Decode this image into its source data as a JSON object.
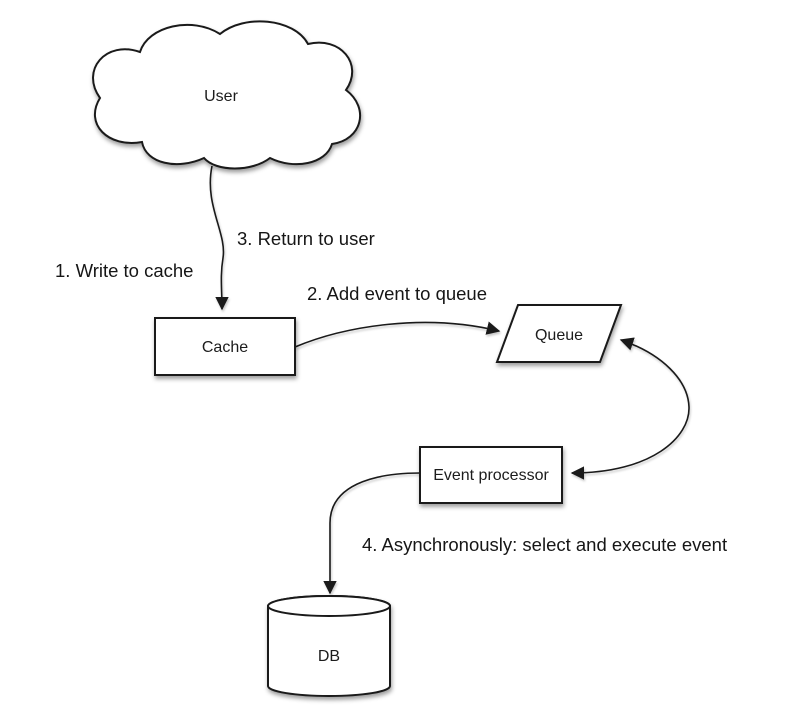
{
  "diagram_type": "flowchart",
  "colors": {
    "background": "#ffffff",
    "stroke": "#1a1a1a",
    "text": "#161616",
    "shape_fill": "#ffffff"
  },
  "nodes": {
    "user": {
      "label": "User",
      "shape": "cloud"
    },
    "cache": {
      "label": "Cache",
      "shape": "rectangle"
    },
    "queue": {
      "label": "Queue",
      "shape": "parallelogram"
    },
    "event_processor": {
      "label": "Event processor",
      "shape": "rectangle"
    },
    "db": {
      "label": "DB",
      "shape": "cylinder"
    }
  },
  "edges": [
    {
      "from": "user",
      "to": "cache",
      "label": "1. Write to cache",
      "style": "curved-arrow"
    },
    {
      "from": "cache",
      "to": "queue",
      "label": "2. Add event to queue",
      "style": "curved-arrow"
    },
    {
      "from": "cache",
      "to": "user",
      "label": "3. Return to user",
      "style": "shared-line-with-step-1"
    },
    {
      "from": "queue",
      "to": "event_processor",
      "label": "",
      "style": "curved-double-arrow"
    },
    {
      "from": "event_processor",
      "to": "db",
      "label": "4. Asynchronously: select and execute event",
      "style": "curved-arrow"
    }
  ],
  "labels": {
    "step1": "1. Write to cache",
    "step2": "2. Add event to queue",
    "step3": "3. Return to user",
    "step4": "4. Asynchronously: select and execute event"
  }
}
